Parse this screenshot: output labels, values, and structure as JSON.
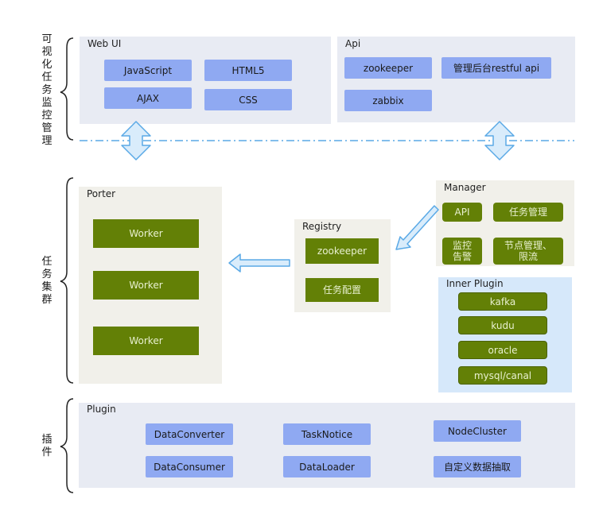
{
  "side_labels": {
    "monitoring": "可视化任务监控管理",
    "cluster": "任务集群",
    "plugins": "插件"
  },
  "web_ui": {
    "title": "Web UI",
    "items": [
      "JavaScript",
      "HTML5",
      "AJAX",
      "CSS"
    ]
  },
  "api": {
    "title": "Api",
    "items": [
      "zookeeper",
      "管理后台restful api",
      "zabbix"
    ]
  },
  "porter": {
    "title": "Porter",
    "workers": [
      "Worker",
      "Worker",
      "Worker"
    ]
  },
  "registry": {
    "title": "Registry",
    "items": [
      "zookeeper",
      "任务配置"
    ]
  },
  "manager": {
    "title": "Manager",
    "items": [
      "API",
      "任务管理",
      "监控\n告警",
      "节点管理、\n限流"
    ]
  },
  "inner_plugin": {
    "title": "Inner Plugin",
    "items": [
      "kafka",
      "kudu",
      "oracle",
      "mysql/canal"
    ]
  },
  "plugin": {
    "title": "Plugin",
    "items": [
      "DataConverter",
      "TaskNotice",
      "NodeCluster",
      "DataConsumer",
      "DataLoader",
      "自定义数据抽取"
    ]
  },
  "colors": {
    "blue_box": "#8fa9f2",
    "green_box": "#638006",
    "arrow_fill": "#d9ecfb",
    "arrow_stroke": "#5aa9e6",
    "divider": "#5aa9e6"
  }
}
